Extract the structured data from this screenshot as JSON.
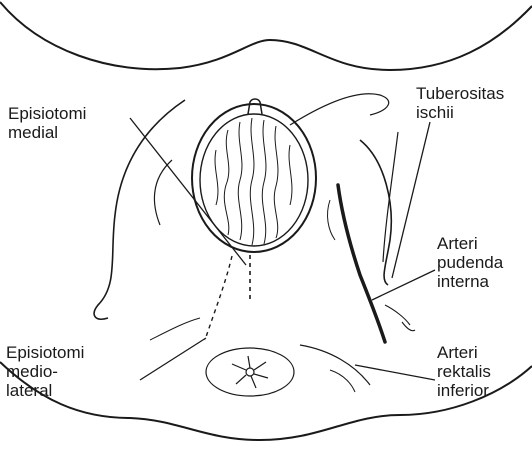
{
  "labels": {
    "episiotomi_medial": {
      "line1": "Episiotomi",
      "line2": "medial"
    },
    "tuberositas_ischii": {
      "line1": "Tuberositas",
      "line2": "ischii"
    },
    "arteri_pudenda_interna": {
      "line1": "Arteri",
      "line2": "pudenda",
      "line3": "interna"
    },
    "episiotomi_mediolateral": {
      "line1": "Episiotomi",
      "line2": "medio-",
      "line3": "lateral"
    },
    "arteri_rektalis_inferior": {
      "line1": "Arteri",
      "line2": "rektalis",
      "line3": "inferior"
    }
  },
  "colors": {
    "ink": "#1a1a1a",
    "background": "#ffffff"
  }
}
